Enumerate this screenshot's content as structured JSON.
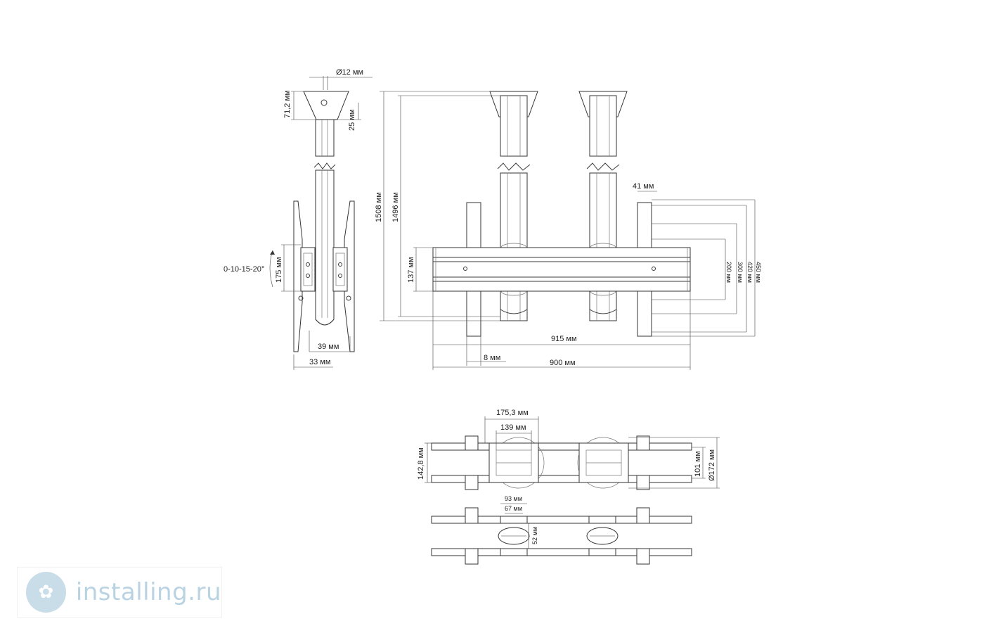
{
  "labels": {
    "pole_diameter": "Ø12 мм",
    "cap_height": "71,2 мм",
    "pole_offset": "25 мм",
    "tilt": "0-10-15-20°",
    "bracket_hole": "175 мм",
    "depth_39": "39 мм",
    "depth_33": "33 мм",
    "height_1508": "1508 мм",
    "height_1496": "1496 мм",
    "rail_height": "137 мм",
    "bracket_width": "41 мм",
    "v450": "450 мм",
    "v420": "420 мм",
    "v300": "300 мм",
    "v200": "200 мм",
    "w915": "915 мм",
    "w8": "8 мм",
    "w900": "900 мм",
    "w175": "175,3 мм",
    "w139": "139 мм",
    "h142": "142,8 мм",
    "h101": "101 мм",
    "d172": "Ø172 мм",
    "w93": "93 мм",
    "w67": "67 мм",
    "h52": "52 мм"
  },
  "watermark": {
    "text": "installing.ru",
    "color": "#b9d3e3"
  }
}
